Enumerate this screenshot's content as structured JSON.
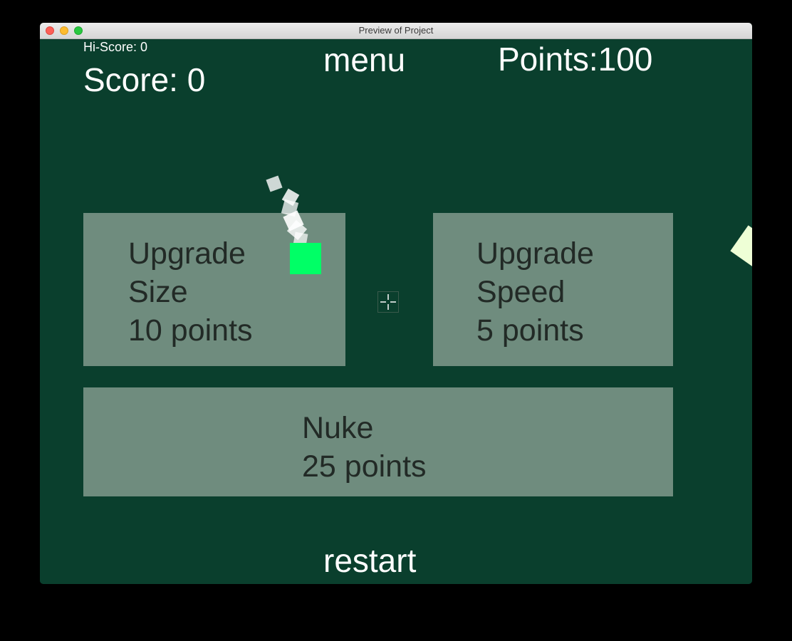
{
  "window": {
    "title": "Preview of Project"
  },
  "hud": {
    "hiscore": "Hi-Score: 0",
    "score": "Score: 0",
    "menu": "menu",
    "points": "Points:100",
    "restart": "restart"
  },
  "shop": {
    "size": {
      "line1": "Upgrade",
      "line2": "Size",
      "line3": "10 points"
    },
    "speed": {
      "line1": "Upgrade",
      "line2": "Speed",
      "line3": "5 points"
    },
    "nuke": {
      "line1": "Nuke",
      "line2": "25 points"
    }
  },
  "colors": {
    "background": "#0a3f2d",
    "panel": "#6f8c7e",
    "panel_text": "#222a26",
    "player": "#00ff66",
    "enemy": "#eeffd6",
    "hud_text": "#ffffff"
  },
  "icons": {
    "cursor": "crosshair-icon"
  }
}
